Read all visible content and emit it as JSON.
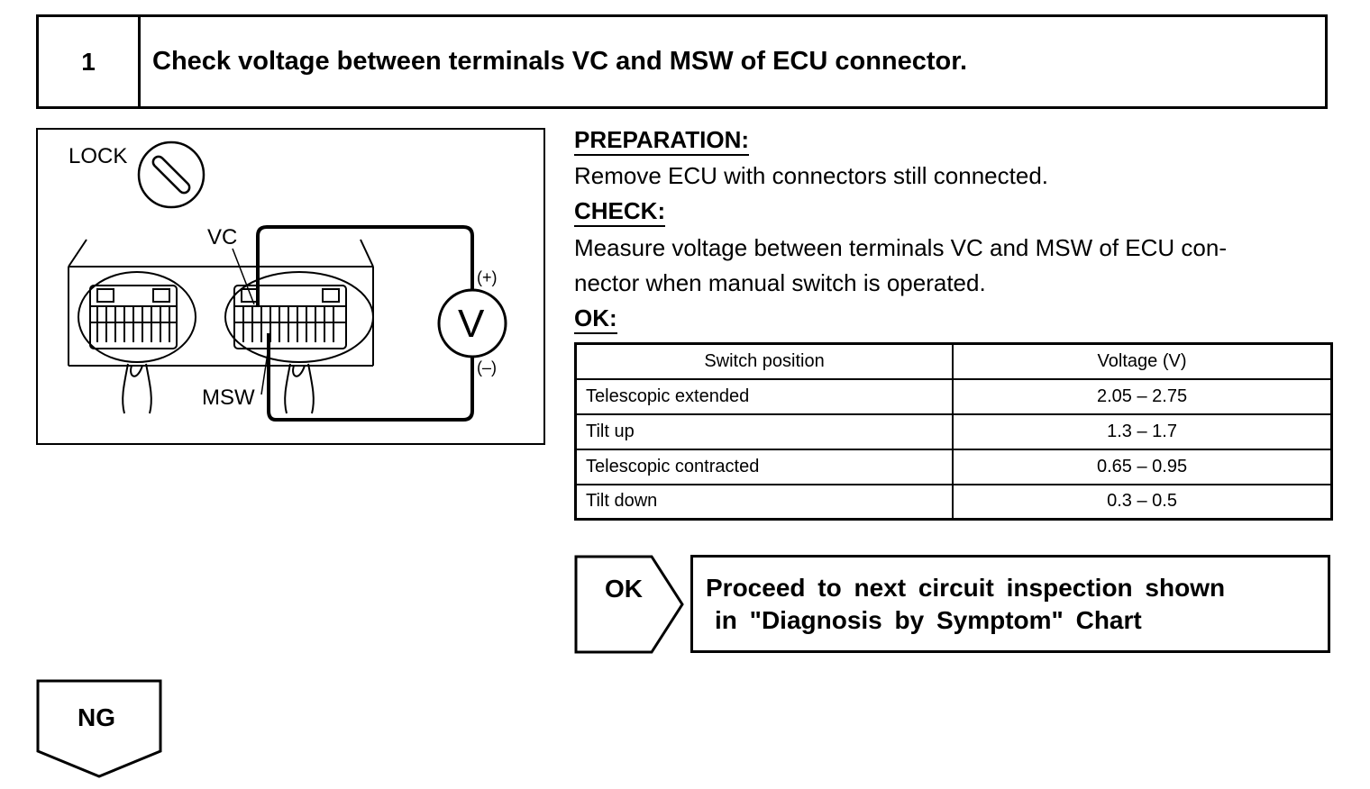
{
  "step": {
    "number": "1",
    "title": "Check voltage between terminals VC and MSW of ECU connector."
  },
  "diagram": {
    "lock_label": "LOCK",
    "vc_label": "VC",
    "msw_label": "MSW",
    "meter_symbol": "V",
    "plus_label": "(+)",
    "minus_label": "(–)"
  },
  "instructions": {
    "preparation_heading": "PREPARATION:",
    "preparation_text": "Remove ECU with connectors still connected.",
    "check_heading": "CHECK:",
    "check_text_line1": "Measure voltage between terminals VC and MSW of ECU con-",
    "check_text_line2": "nector when manual switch is operated.",
    "ok_heading": "OK:"
  },
  "spec_table": {
    "headers": [
      "Switch position",
      "Voltage (V)"
    ],
    "rows": [
      {
        "position": "Telescopic extended",
        "voltage": "2.05 – 2.75"
      },
      {
        "position": "Tilt up",
        "voltage": "1.3 – 1.7"
      },
      {
        "position": "Telescopic contracted",
        "voltage": "0.65 – 0.95"
      },
      {
        "position": "Tilt down",
        "voltage": "0.3 – 0.5"
      }
    ]
  },
  "result_ok": {
    "label": "OK",
    "action_line1": "Proceed to next circuit inspection shown",
    "action_line2": "in \"Diagnosis by Symptom\" Chart"
  },
  "result_ng": {
    "label": "NG"
  }
}
